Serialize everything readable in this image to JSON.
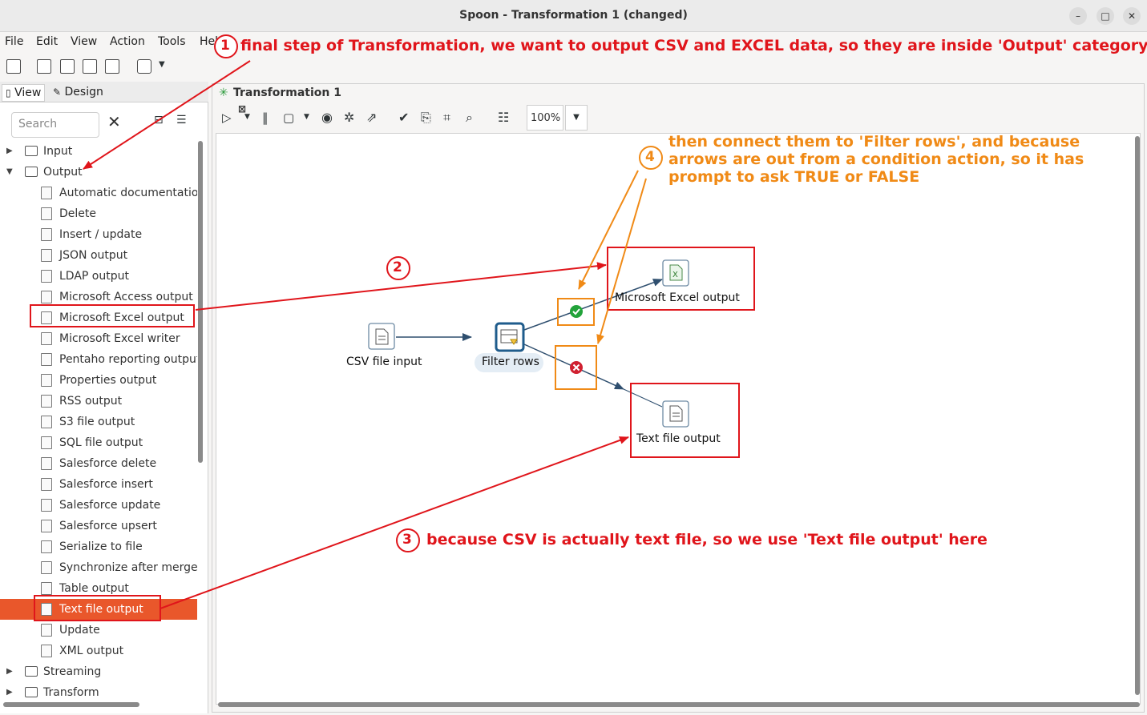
{
  "window": {
    "title": "Spoon - Transformation 1 (changed)",
    "min_icon": "minimize-icon",
    "max_icon": "maximize-icon",
    "close_icon": "close-icon"
  },
  "menu": [
    "File",
    "Edit",
    "View",
    "Action",
    "Tools",
    "Help"
  ],
  "left_panel": {
    "tabs": {
      "view": "View",
      "design": "Design"
    },
    "search_placeholder": "Search",
    "tree": {
      "input_folder": "Input",
      "output_folder": "Output",
      "output_items": [
        "Automatic documentatio",
        "Delete",
        "Insert / update",
        "JSON output",
        "LDAP output",
        "Microsoft Access output",
        "Microsoft Excel output",
        "Microsoft Excel writer",
        "Pentaho reporting output",
        "Properties output",
        "RSS output",
        "S3 file output",
        "SQL file output",
        "Salesforce delete",
        "Salesforce insert",
        "Salesforce update",
        "Salesforce upsert",
        "Serialize to file",
        "Synchronize after merge",
        "Table output",
        "Text file output",
        "Update",
        "XML output"
      ],
      "selected_item": "Text file output",
      "streaming_folder": "Streaming",
      "transform_folder": "Transform"
    }
  },
  "editor": {
    "tab_label": "Transformation 1",
    "zoom": "100%",
    "steps": {
      "csv_input": "CSV file input",
      "filter_rows": "Filter rows",
      "excel_output": "Microsoft Excel output",
      "text_output": "Text file output"
    }
  },
  "annotations": {
    "a1_num": "1",
    "a1_text": "final step of Transformation, we want to output CSV and EXCEL data, so they are inside 'Output' category",
    "a2_num": "2",
    "a3_num": "3",
    "a3_text": "because CSV is actually text file, so we use 'Text file output' here",
    "a4_num": "4",
    "a4_line1": "then connect them to 'Filter rows', and because",
    "a4_line2": "arrows are out from a condition action, so it has",
    "a4_line3": "prompt to ask TRUE or FALSE"
  },
  "colors": {
    "red_annotation": "#e0151b",
    "orange_annotation": "#f08a16",
    "selection": "#e9572b",
    "hop": "#2f4f6f"
  }
}
